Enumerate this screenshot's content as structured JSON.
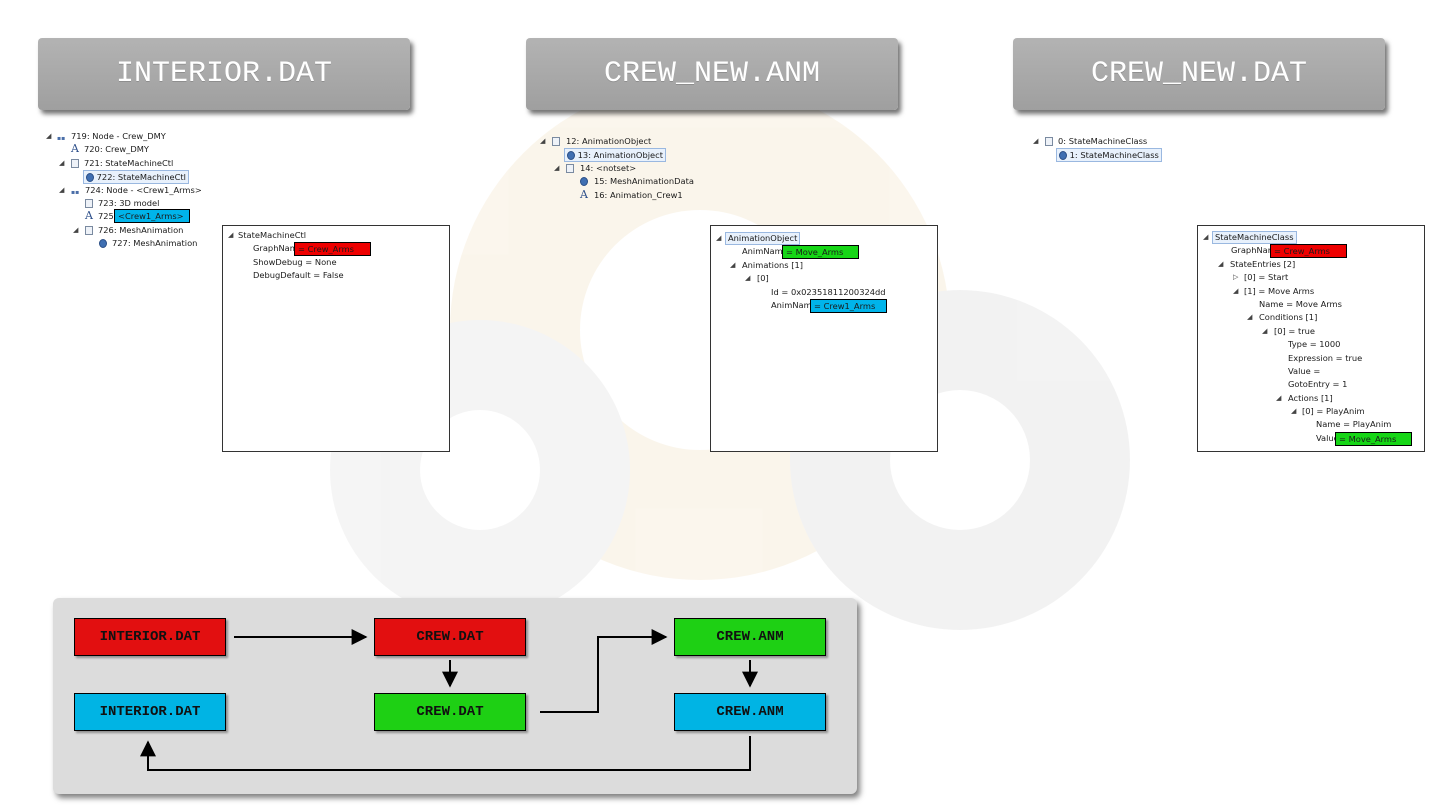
{
  "headers": {
    "left": "INTERIOR.DAT",
    "middle": "CREW_NEW.ANM",
    "right": "CREW_NEW.DAT"
  },
  "interior_tree": {
    "n719": "719: Node - Crew_DMY",
    "n720": "720: Crew_DMY",
    "n721": "721: StateMachineCtl",
    "n722": "722: StateMachineCtl",
    "n724": "724: Node - <Crew1_Arms>",
    "n723": "723: 3D model",
    "n725_prefix": "725:",
    "n725_value": "<Crew1_Arms>",
    "n726": "726: MeshAnimation",
    "n727": "727: MeshAnimation"
  },
  "interior_props": {
    "root": "StateMachineCtl",
    "graphname_key": "GraphName",
    "graphname_value": "= Crew_Arms",
    "showdebug": "ShowDebug = None",
    "debugdefault": "DebugDefault = False"
  },
  "anm_tree": {
    "n12": "12: AnimationObject",
    "n13": "13: AnimationObject",
    "n14": "14: <notset>",
    "n15": "15: MeshAnimationData",
    "n16": "16: Animation_Crew1"
  },
  "anm_props": {
    "root": "AnimationObject",
    "animname_key": "AnimName",
    "animname_value": "= Move_Arms",
    "animations": "Animations [1]",
    "idx0": "[0]",
    "id": "Id = 0x02351811200324dd",
    "animname2_key": "AnimName",
    "animname2_value": "= Crew1_Arms"
  },
  "dat_tree": {
    "n0": "0: StateMachineClass",
    "n1": "1: StateMachineClass"
  },
  "dat_props": {
    "root": "StateMachineClass",
    "graphname_key": "GraphName",
    "graphname_value": "= Crew_Arms",
    "stateentries": "StateEntries [2]",
    "start": "[0] = Start",
    "movearms": "[1] = Move Arms",
    "name": "Name = Move Arms",
    "conditions": "Conditions [1]",
    "cond0": "[0] = true",
    "type": "Type = 1000",
    "expression": "Expression = true",
    "value": "Value =",
    "gotoentry": "GotoEntry = 1",
    "actions": "Actions [1]",
    "action0": "[0] = PlayAnim",
    "actname": "Name = PlayAnim",
    "value2_key": "Value",
    "value2_value": "= Move_Arms"
  },
  "flow": {
    "interior_red": "INTERIOR.DAT",
    "crew_dat_red": "CREW.DAT",
    "crew_anm_green": "CREW.ANM",
    "interior_blue": "INTERIOR.DAT",
    "crew_dat_green": "CREW.DAT",
    "crew_anm_blue": "CREW.ANM"
  },
  "colors": {
    "red": "#e20f10",
    "green": "#1ed014",
    "blue": "#00b4e4",
    "header": "#a8a8a8"
  }
}
